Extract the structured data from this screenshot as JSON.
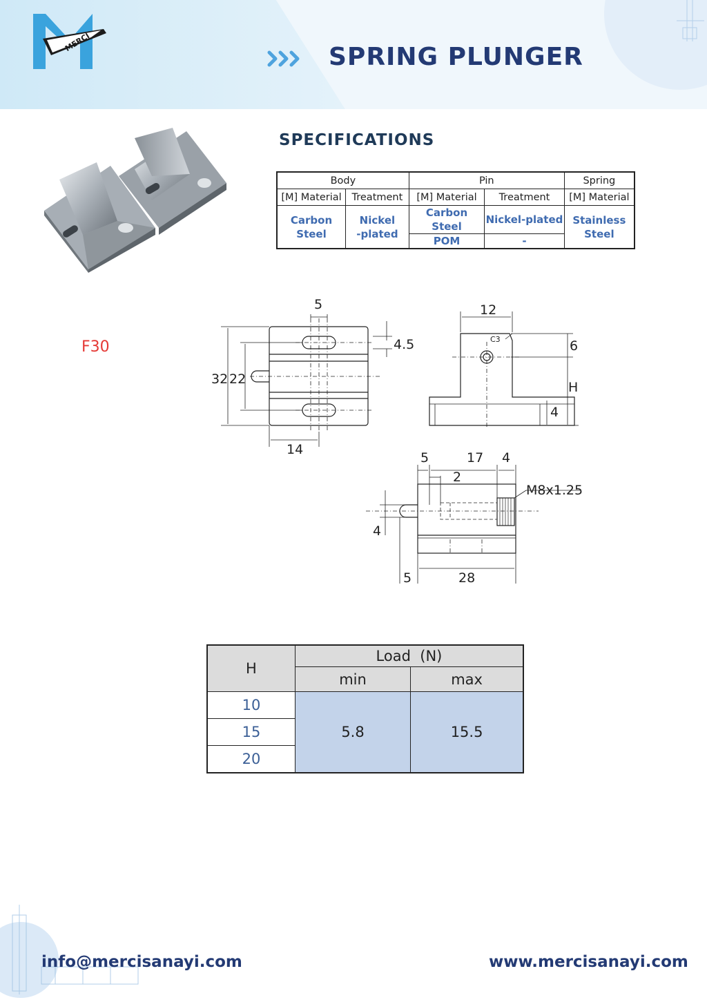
{
  "header": {
    "brand": "MERCI",
    "chevrons": "»»",
    "title": "SPRING PLUNGER"
  },
  "specifications": {
    "title": "SPECIFICATIONS",
    "groups": [
      "Body",
      "Pin",
      "Spring"
    ],
    "columns": [
      "[M] Material",
      "Treatment",
      "[M] Material",
      "Treatment",
      "[M] Material"
    ],
    "body_material": [
      "Carbon",
      "Steel"
    ],
    "body_treatment": [
      "Nickel",
      "-plated"
    ],
    "pin_material": [
      "Carbon Steel",
      "POM"
    ],
    "pin_treatment": [
      "Nickel-plated",
      "-"
    ],
    "spring_material": [
      "Stainless",
      "Steel"
    ]
  },
  "model": "F30",
  "drawing": {
    "front": {
      "d5": "5",
      "d45": "4.5",
      "d32": "32",
      "d22": "22",
      "d14": "14"
    },
    "side": {
      "d12": "12",
      "c3": "C3",
      "d6": "6",
      "h": "H",
      "d4": "4"
    },
    "bottom": {
      "d5a": "5",
      "d17": "17",
      "d4": "4",
      "d2": "2",
      "thread": "M8x1.25",
      "d4b": "4",
      "d5b": "5",
      "d28": "28"
    }
  },
  "load_table": {
    "h_label": "H",
    "load_label": "Load  (N)",
    "min_label": "min",
    "max_label": "max",
    "h_values": [
      "10",
      "15",
      "20"
    ],
    "min_value": "5.8",
    "max_value": "15.5"
  },
  "footer": {
    "email": "info@mercisanayi.com",
    "website": "www.mercisanayi.com"
  },
  "colors": {
    "brand_navy": "#233a74",
    "accent_blue": "#4ea3de",
    "model_red": "#e53935",
    "cell_fill": "#c3d3ea"
  }
}
